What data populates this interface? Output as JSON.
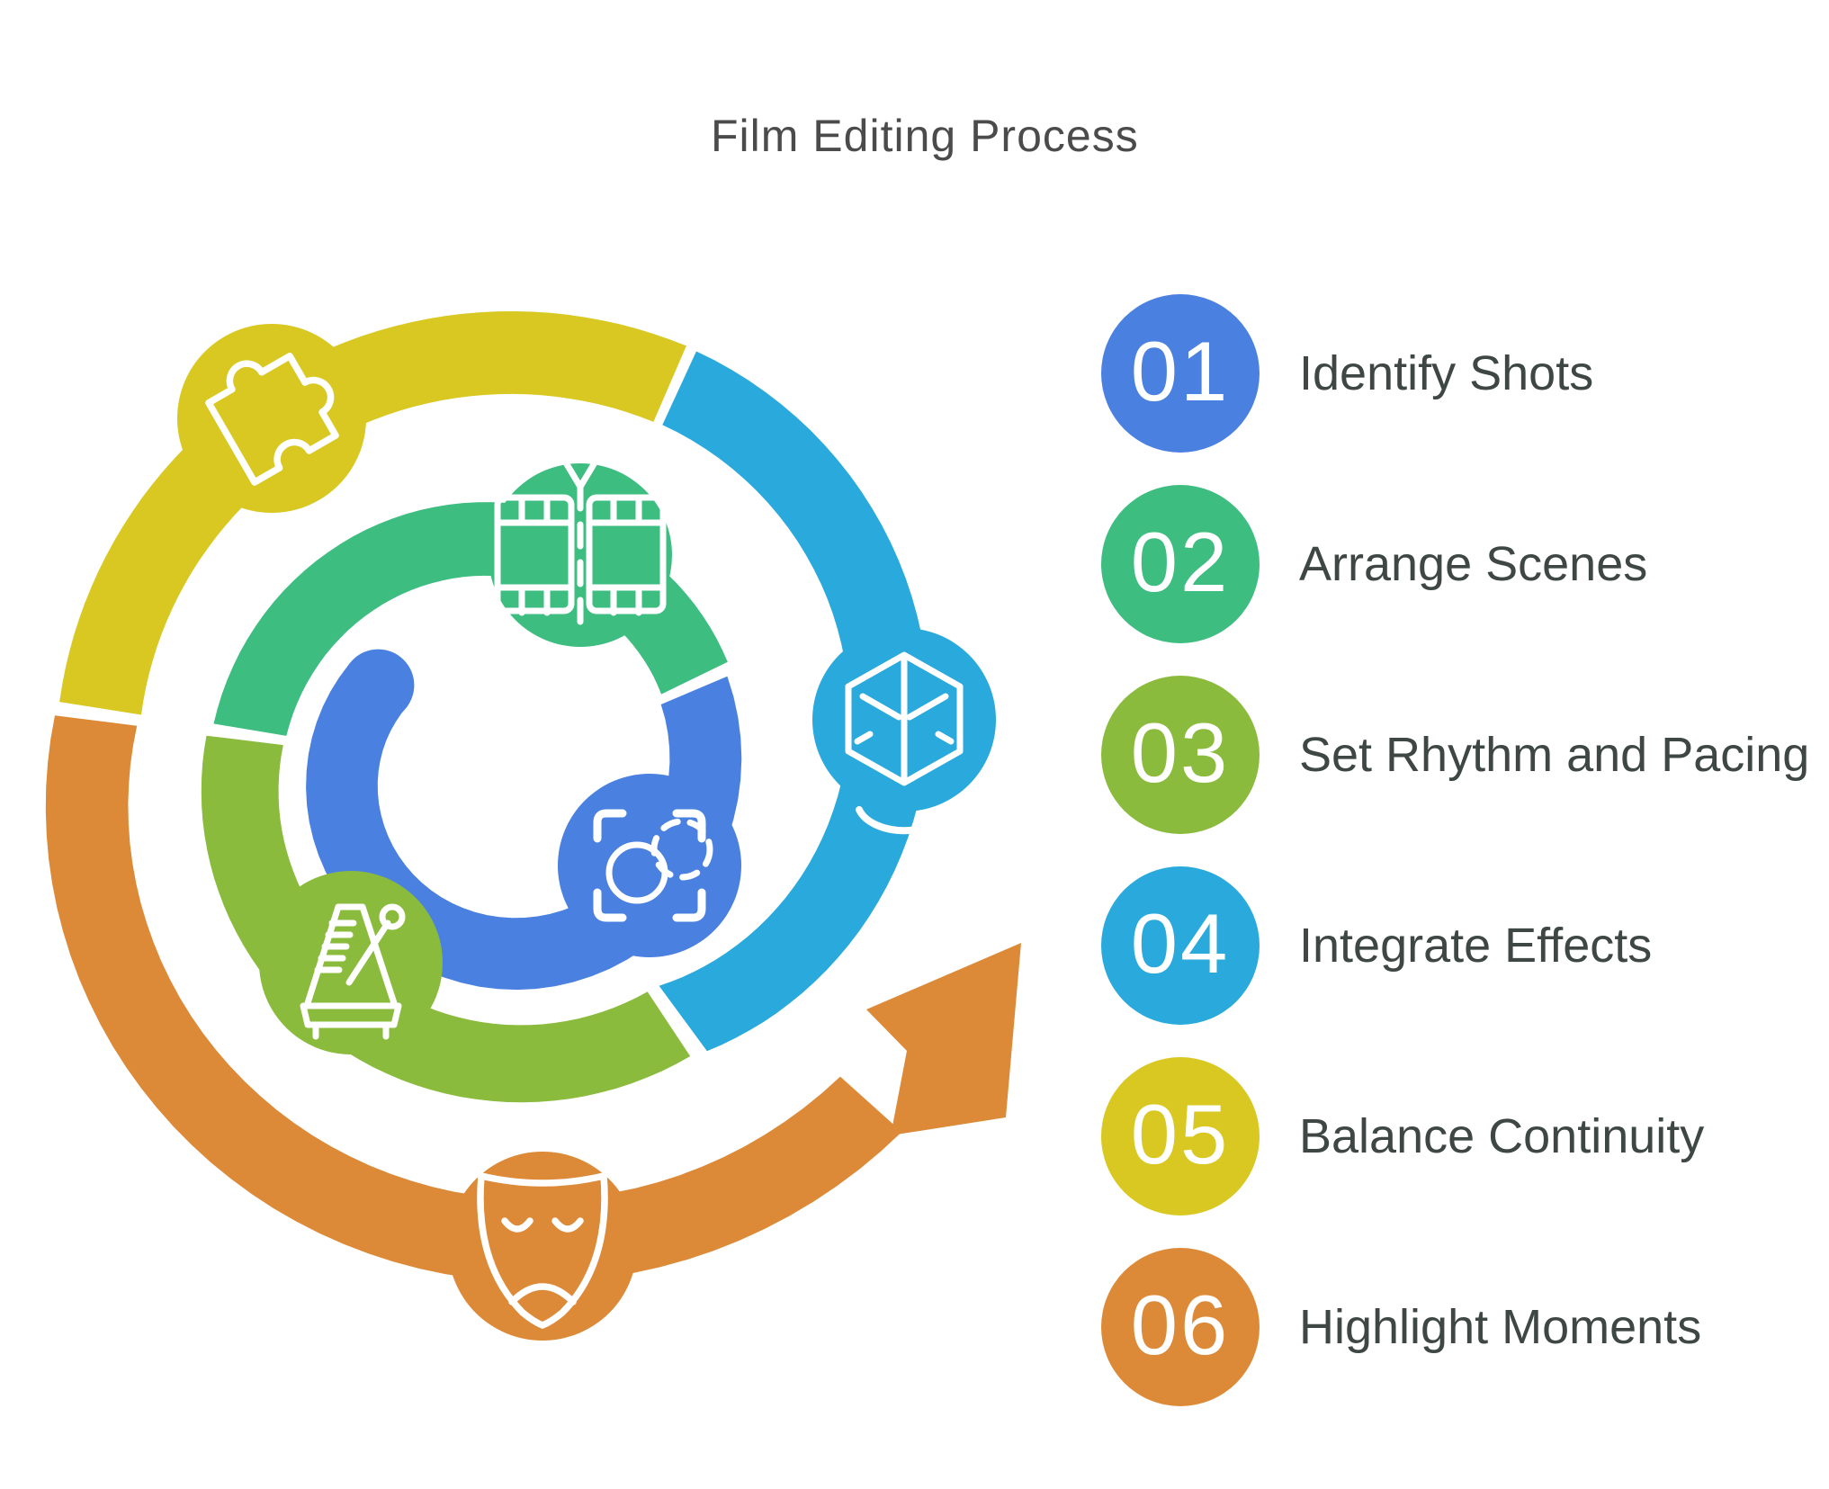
{
  "title": "Film Editing Process",
  "colors": {
    "blue": "#4a80e0",
    "green": "#3ebd81",
    "olive": "#8bbb3d",
    "cyan": "#29a9dc",
    "yellow": "#d9c822",
    "orange": "#dd8a38",
    "title_text": "#4b4b4b",
    "label_text": "#3e4743",
    "number_text": "#ffffff"
  },
  "steps": [
    {
      "number": "01",
      "label": "Identify Shots",
      "color": "#4a80e0",
      "icon": "focus-frame-icon"
    },
    {
      "number": "02",
      "label": "Arrange Scenes",
      "color": "#3ebd81",
      "icon": "film-cut-icon"
    },
    {
      "number": "03",
      "label": "Set Rhythm and Pacing",
      "color": "#8bbb3d",
      "icon": "metronome-icon"
    },
    {
      "number": "04",
      "label": "Integrate Effects",
      "color": "#29a9dc",
      "icon": "cube-3d-icon"
    },
    {
      "number": "05",
      "label": "Balance Continuity",
      "color": "#d9c822",
      "icon": "puzzle-icon"
    },
    {
      "number": "06",
      "label": "Highlight Moments",
      "color": "#dd8a38",
      "icon": "theater-mask-icon"
    }
  ]
}
